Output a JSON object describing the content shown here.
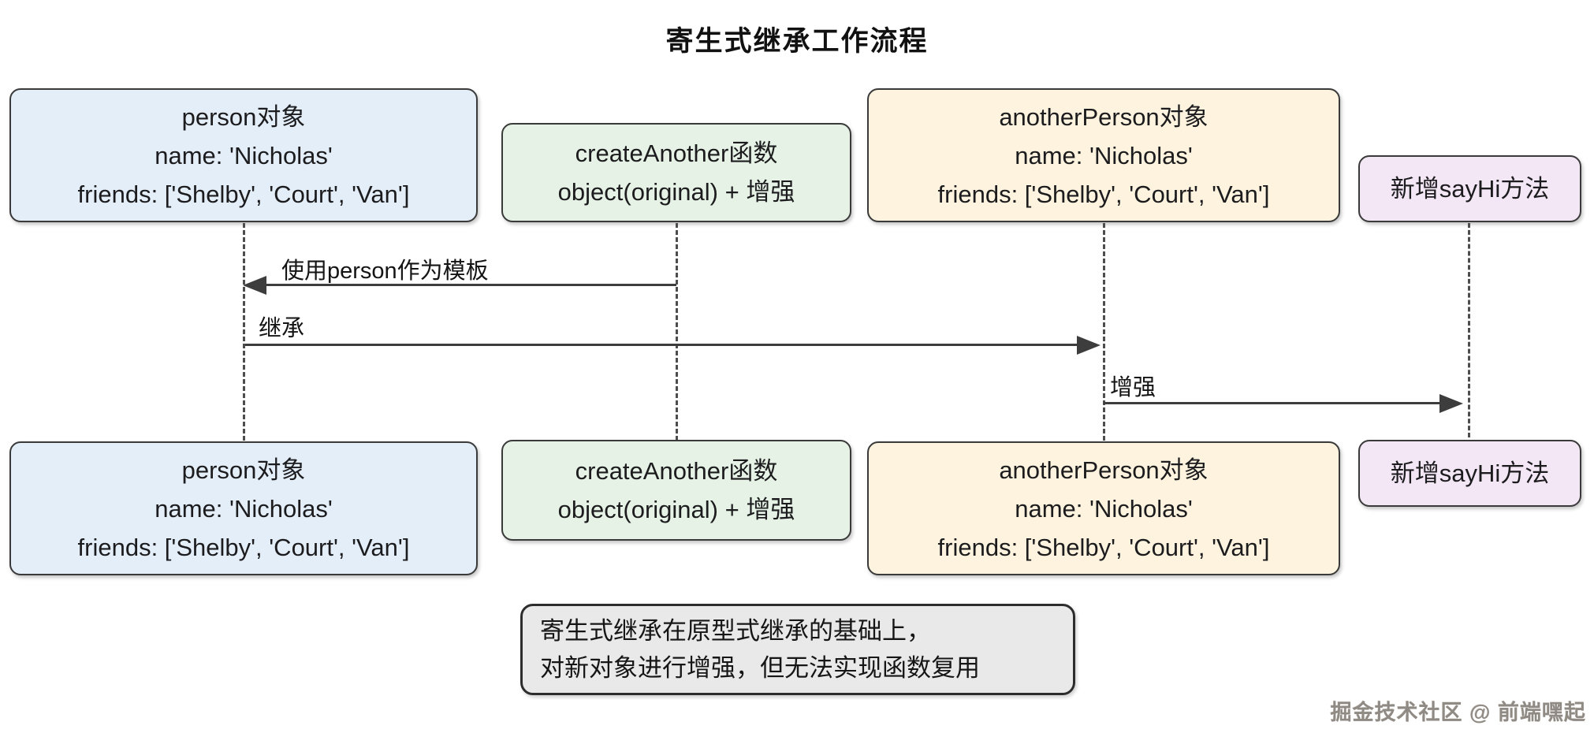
{
  "title": "寄生式继承工作流程",
  "actors": {
    "person": {
      "lines": [
        "person对象",
        "name: 'Nicholas'",
        "friends: ['Shelby', 'Court', 'Van']"
      ],
      "fill": "#e4eef9"
    },
    "createAnother": {
      "lines": [
        "createAnother函数",
        "object(original) + 增强"
      ],
      "fill": "#e6f2e6"
    },
    "anotherPerson": {
      "lines": [
        "anotherPerson对象",
        "name: 'Nicholas'",
        "friends: ['Shelby', 'Court', 'Van']"
      ],
      "fill": "#fdf3de"
    },
    "sayHi": {
      "lines": [
        "新增sayHi方法"
      ],
      "fill": "#f3e6f5"
    }
  },
  "messages": {
    "useTemplate": {
      "label": "使用person作为模板",
      "direction": "left"
    },
    "inherit": {
      "label": "继承",
      "direction": "right"
    },
    "augment": {
      "label": "增强",
      "direction": "right"
    }
  },
  "note": {
    "line1": "寄生式继承在原型式继承的基础上，",
    "line2": "对新对象进行增强，但无法实现函数复用"
  },
  "watermark": "掘金技术社区 @ 前端嘿起",
  "colors": {
    "background": "#ffffff",
    "box_border": "#3a3a3a",
    "arrow": "#3d3d3d",
    "lifeline": "#4d4d4d",
    "text": "#1c1c1e",
    "note_fill": "#e9e9e9",
    "watermark": "#8f8a84"
  }
}
